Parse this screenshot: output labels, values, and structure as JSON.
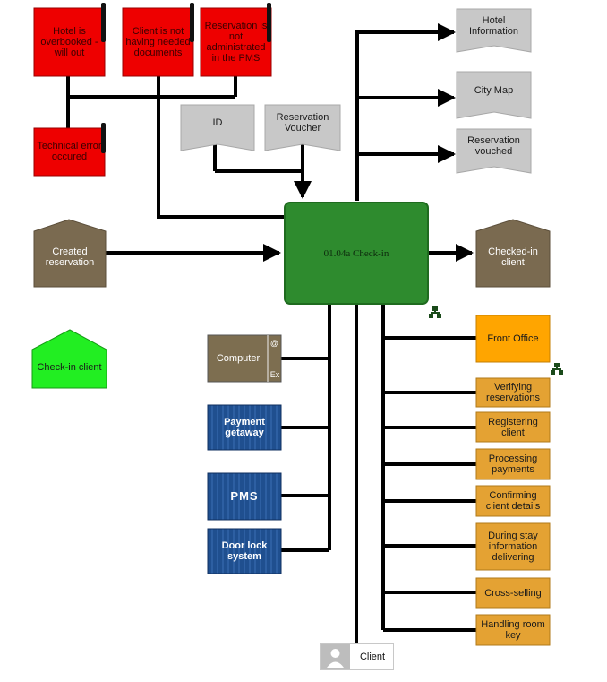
{
  "center": {
    "label": "01.04a Check-in"
  },
  "risks": [
    {
      "label": "Hotel is overbooked - will out"
    },
    {
      "label": "Client is not having needed documents"
    },
    {
      "label": "Reservation is not administrated in the PMS"
    },
    {
      "label": "Technical error occured"
    }
  ],
  "documents": [
    {
      "label": "ID"
    },
    {
      "label": "Reservation Voucher"
    },
    {
      "label": "Hotel Information"
    },
    {
      "label": "City Map"
    },
    {
      "label": "Reservation vouched"
    }
  ],
  "events": [
    {
      "label": "Created reservation"
    },
    {
      "label": "Checked-in client"
    },
    {
      "label": "Check-in client"
    }
  ],
  "systems": [
    {
      "label": "Computer"
    },
    {
      "label": "Payment getaway"
    },
    {
      "label": "PMS"
    },
    {
      "label": "Door lock system"
    }
  ],
  "computer_tags": {
    "top": "@",
    "bottom": "Ex"
  },
  "roles": [
    {
      "label": "Front Office"
    },
    {
      "label": "Verifying reservations"
    },
    {
      "label": "Registering client"
    },
    {
      "label": "Processing payments"
    },
    {
      "label": "Confirming client details"
    },
    {
      "label": "During stay information delivering"
    },
    {
      "label": "Cross-selling"
    },
    {
      "label": "Handling room key"
    }
  ],
  "client": {
    "label": "Client"
  },
  "colors": {
    "risk": "#ee0000",
    "document": "#c8c8c8",
    "event": "#7a6a50",
    "event_green": "#22ee22",
    "center": "#2e8b2e",
    "computer": "#7d6e50",
    "system_blue": "#1f4f8f",
    "role_orange": "#ffa500",
    "role_tan": "#e4a233",
    "line": "#000000"
  }
}
